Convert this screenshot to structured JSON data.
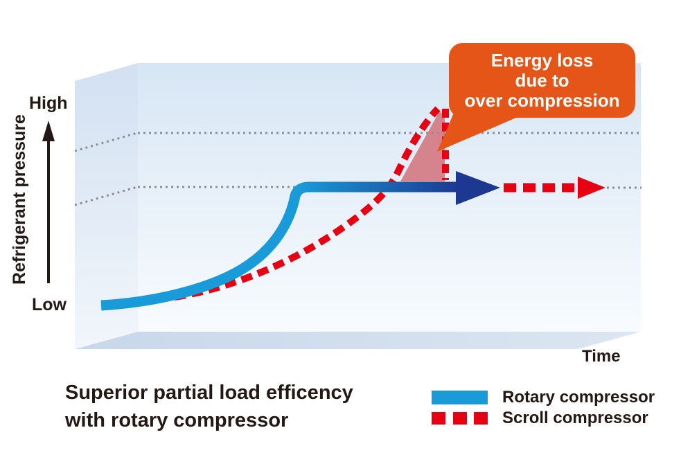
{
  "axis": {
    "high": "High",
    "low": "Low",
    "y_title": "Refrigerant pressure",
    "x_title": "Time"
  },
  "bubble": {
    "line1": "Energy loss",
    "line2": "due to",
    "line3": "over compression"
  },
  "caption": {
    "line1": "Superior partial load efficency",
    "line2": "with rotary compressor"
  },
  "legend": {
    "rotary": "Rotary compressor",
    "scroll": "Scroll compressor"
  },
  "colors": {
    "accent-orange": "#E45517",
    "rotary-blue": "#189BD8",
    "arrow-navy": "#1D3890",
    "scroll-red": "#E60012",
    "loss-pink": "#D5848E",
    "grid-gray": "#8F8F8F",
    "text-dark": "#231815",
    "panel-top": "#D7E6F4",
    "panel-bottom": "#F8FBFE",
    "side-top": "#D2E0F1",
    "side-bottom": "#F1F6FB",
    "floor-dark": "#C8D7EA",
    "floor-light": "#DCE6F2"
  },
  "chart_data": {
    "type": "line",
    "title": "Superior partial load efficency with rotary compressor",
    "xlabel": "Time",
    "ylabel": "Refrigerant pressure",
    "y_axis_endpoint_labels": [
      "Low",
      "High"
    ],
    "axes_note": "Qualitative conceptual chart; no numeric ticks. Values below normalized 0-100 (pressure: Low ~10, target/hold level 55, upper dotted reference 75, overshoot peak ~85).",
    "grid": {
      "style": "dotted",
      "horizontal_levels": [
        55,
        75
      ]
    },
    "legend_position": "bottom-right",
    "series": [
      {
        "name": "Rotary compressor",
        "style": "solid",
        "color": "#189BD8",
        "points": [
          [
            0,
            12
          ],
          [
            8,
            13
          ],
          [
            16,
            17
          ],
          [
            24,
            24
          ],
          [
            30,
            33
          ],
          [
            34,
            43
          ],
          [
            37,
            52
          ],
          [
            39,
            55
          ],
          [
            72,
            55
          ],
          [
            100,
            55
          ]
        ],
        "behavior": "rises smoothly to target pressure, then holds constant (solid arrow continuing right at the lower dotted level)"
      },
      {
        "name": "Scroll compressor",
        "style": "dashed",
        "color": "#E60012",
        "points": [
          [
            14,
            12
          ],
          [
            25,
            16
          ],
          [
            35,
            23
          ],
          [
            45,
            32
          ],
          [
            52,
            41
          ],
          [
            58,
            50
          ],
          [
            61,
            58
          ],
          [
            64,
            70
          ],
          [
            67,
            84
          ],
          [
            67,
            55
          ],
          [
            88,
            55
          ],
          [
            100,
            55
          ]
        ],
        "behavior": "rises past the target pressure (over compression spike above upper dotted level), drops vertically back, then continues right as dashed arrow at constant pressure"
      }
    ],
    "annotation": {
      "text": "Energy loss due to over compression",
      "marker": "pink shaded triangle between scroll-compressor overshoot spike and the constant-pressure line"
    }
  }
}
